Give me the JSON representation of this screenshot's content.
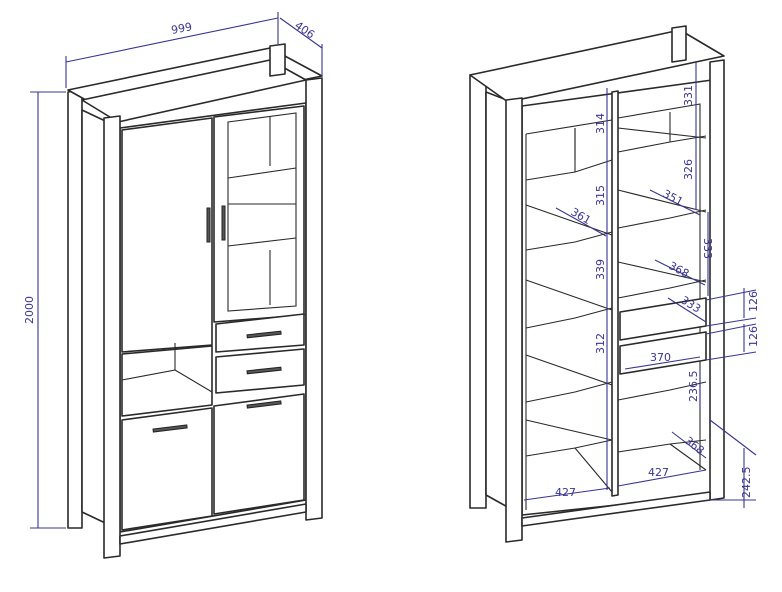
{
  "colors": {
    "dimension": "#3a3590",
    "outline": "#2a2a2a"
  },
  "left_cabinet": {
    "width": "999",
    "depth": "406",
    "height": "2000"
  },
  "right_cabinet": {
    "shelf_left_1": "314",
    "shelf_left_2": "315",
    "shelf_left_3": "339",
    "shelf_left_4": "312",
    "shelf_right_1": "331",
    "shelf_right_2": "326",
    "shelf_right_3": "333",
    "depth_right_upper": "351",
    "depth_left": "361",
    "depth_right_mid": "368",
    "drawer_depth": "333",
    "drawer_height_1": "126",
    "drawer_height_2": "126",
    "drawer_width": "370",
    "lower_space": "236.5",
    "depth_bottom": "368",
    "width_left": "427",
    "width_right": "427",
    "plinth_height": "242.5"
  }
}
